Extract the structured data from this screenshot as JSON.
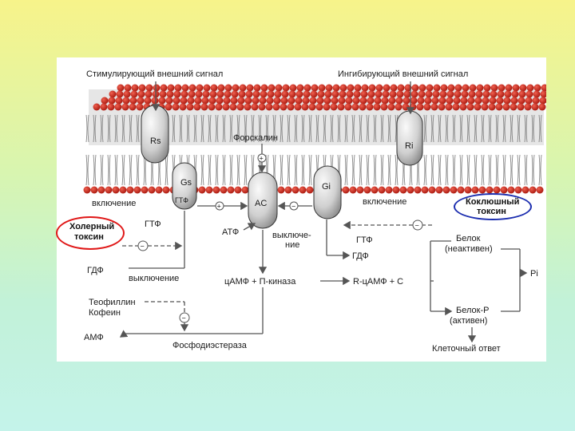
{
  "labels": {
    "stimulating_signal": "Стимулирующий внешний сигнал",
    "inhibiting_signal": "Ингибирующий внешний сигнал",
    "forskolin": "Форскалин",
    "rs": "Rs",
    "ri": "Ri",
    "gs": "Gs",
    "gi": "Gi",
    "gtp_on_gs": "ГТФ",
    "ac": "AC",
    "switch_on_left": "включение",
    "switch_on_right": "включение",
    "gtp_left": "ГТФ",
    "gtp_right": "ГТФ",
    "atp": "АТФ",
    "switch_off_right_1": "выключе-",
    "switch_off_right_2": "ние",
    "gdp_left": "ГДФ",
    "gdp_right": "ГДФ",
    "switch_off_left": "выключение",
    "camp_pkinase": "цАМФ + П-киназа",
    "r_camp_c": "R-цАМФ + C",
    "protein_inactive_1": "Белок",
    "protein_inactive_2": "(неактивен)",
    "protein_active_1": "Белок-P",
    "protein_active_2": "(активен)",
    "pi": "Pi",
    "theophylline": "Теофиллин",
    "caffeine": "Кофеин",
    "amp": "АМФ",
    "phosphodiesterase": "Фосфодиэстераза",
    "cell_response": "Клеточный ответ",
    "cholera_toxin_1": "Холерный",
    "cholera_toxin_2": "токсин",
    "pertussis_toxin_1": "Коклюшный",
    "pertussis_toxin_2": "токсин",
    "plus": "+",
    "minus": "−"
  },
  "colors": {
    "lipid_head": "#c8271c",
    "cholera_oval": "#e01818",
    "pertussis_oval": "#1d2fb0"
  }
}
